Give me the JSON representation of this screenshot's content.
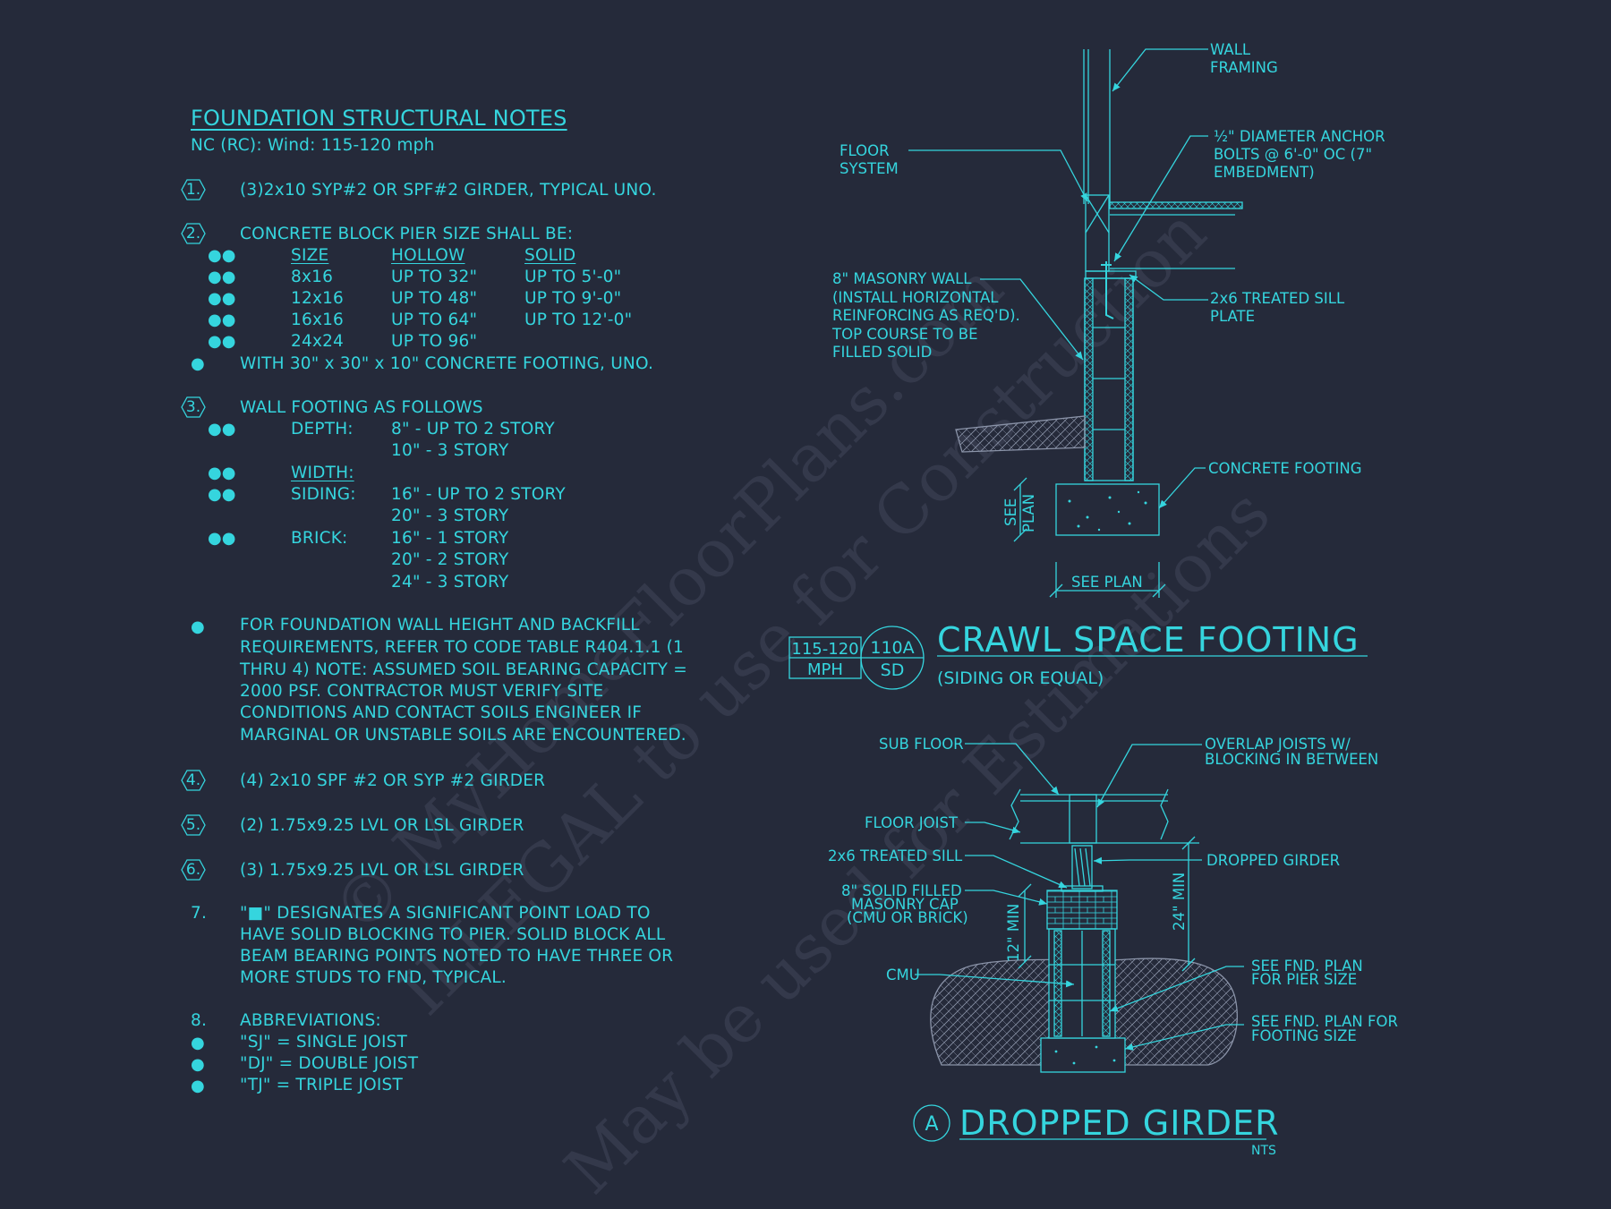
{
  "notes": {
    "title": "FOUNDATION STRUCTURAL NOTES",
    "subtitle": "NC (RC): Wind: 115-120 mph",
    "n1": {
      "num": "1.",
      "text": "(3)2x10 SYP#2 OR SPF#2 GIRDER, TYPICAL UNO."
    },
    "n2": {
      "num": "2.",
      "text": "CONCRETE BLOCK PIER SIZE SHALL BE:",
      "headers": [
        "SIZE",
        "HOLLOW",
        "SOLID"
      ],
      "rows": [
        [
          "8x16",
          "UP TO 32\"",
          "UP TO 5'-0\""
        ],
        [
          "12x16",
          "UP TO 48\"",
          "UP TO 9'-0\""
        ],
        [
          "16x16",
          "UP TO 64\"",
          "UP TO 12'-0\""
        ],
        [
          "24x24",
          "UP TO 96\"",
          ""
        ]
      ],
      "footing": "WITH 30\" x 30\" x 10\" CONCRETE FOOTING, UNO."
    },
    "n3": {
      "num": "3.",
      "text": "WALL FOOTING AS FOLLOWS",
      "depth_label": "DEPTH:",
      "depth_1": "8\" - UP TO 2 STORY",
      "depth_2": "10\" - 3 STORY",
      "width_label": "WIDTH:",
      "siding_label": "SIDING:",
      "siding_1": "16\" - UP TO 2 STORY",
      "siding_2": "20\" - 3 STORY",
      "brick_label": "BRICK:",
      "brick_1": "16\" - 1 STORY",
      "brick_2": "20\" - 2 STORY",
      "brick_3": "24\" - 3 STORY"
    },
    "wall_note": [
      "FOR FOUNDATION WALL HEIGHT AND BACKFILL",
      "REQUIREMENTS, REFER TO CODE TABLE R404.1.1 (1",
      "THRU 4) NOTE: ASSUMED SOIL BEARING CAPACITY =",
      "2000 PSF. CONTRACTOR MUST VERIFY SITE",
      "CONDITIONS AND CONTACT SOILS ENGINEER IF",
      "MARGINAL OR UNSTABLE SOILS ARE ENCOUNTERED."
    ],
    "n4": {
      "num": "4.",
      "text": "(4) 2x10 SPF #2 OR SYP #2 GIRDER"
    },
    "n5": {
      "num": "5.",
      "text": "(2) 1.75x9.25 LVL OR LSL GIRDER"
    },
    "n6": {
      "num": "6.",
      "text": "(3) 1.75x9.25 LVL OR LSL GIRDER"
    },
    "n7": {
      "num": "7.",
      "lines": [
        "\"■\" DESIGNATES A SIGNIFICANT POINT LOAD TO",
        "HAVE SOLID BLOCKING TO  PIER. SOLID BLOCK ALL",
        "BEAM BEARING POINTS NOTED TO HAVE THREE OR",
        "MORE STUDS TO FND, TYPICAL."
      ]
    },
    "n8": {
      "num": "8.",
      "text": "ABBREVIATIONS:",
      "items": [
        "\"SJ\" = SINGLE JOIST",
        "\"DJ\" = DOUBLE JOIST",
        "\"TJ\" = TRIPLE JOIST"
      ]
    }
  },
  "crawl": {
    "wall_framing": [
      "WALL",
      "FRAMING"
    ],
    "floor_system": [
      "FLOOR",
      "SYSTEM"
    ],
    "anchor": [
      "½\" DIAMETER ANCHOR",
      "BOLTS @ 6'-0\" OC (7\"",
      "EMBEDMENT)"
    ],
    "masonry": [
      "8\" MASONRY WALL",
      "(INSTALL HORIZONTAL",
      "REINFORCING AS REQ'D).",
      "TOP COURSE TO BE",
      "FILLED SOLID"
    ],
    "sill": [
      "2x6 TREATED SILL",
      "PLATE"
    ],
    "footing": "CONCRETE FOOTING",
    "see_plan_v": [
      "SEE",
      "PLAN"
    ],
    "see_plan_h": "SEE PLAN",
    "wind_box": [
      "115-120",
      "MPH"
    ],
    "detail_tag": [
      "110A",
      "SD"
    ],
    "title": "CRAWL SPACE FOOTING",
    "subtitle": "(SIDING OR EQUAL)"
  },
  "girder": {
    "sub_floor": "SUB FLOOR",
    "overlap": [
      "OVERLAP JOISTS W/",
      "BLOCKING IN BETWEEN"
    ],
    "floor_joist": "FLOOR JOIST",
    "treated_sill": "2x6 TREATED SILL",
    "dropped_girder_lbl": "DROPPED GIRDER",
    "cap": [
      "8\" SOLID FILLED",
      "MASONRY CAP",
      "(CMU OR BRICK)"
    ],
    "min12": "12\" MIN",
    "min24": "24\" MIN",
    "cmu": "CMU",
    "pier_size": [
      "SEE FND. PLAN",
      "FOR PIER SIZE"
    ],
    "footing_size": [
      "SEE FND. PLAN FOR",
      "FOOTING SIZE"
    ],
    "tag": "A",
    "title": "DROPPED GIRDER",
    "scale": "NTS"
  },
  "watermark": [
    "© MyHomeFloorPlans.com",
    "ILLEGAL to use for Construction",
    "May be used for Estimations"
  ]
}
